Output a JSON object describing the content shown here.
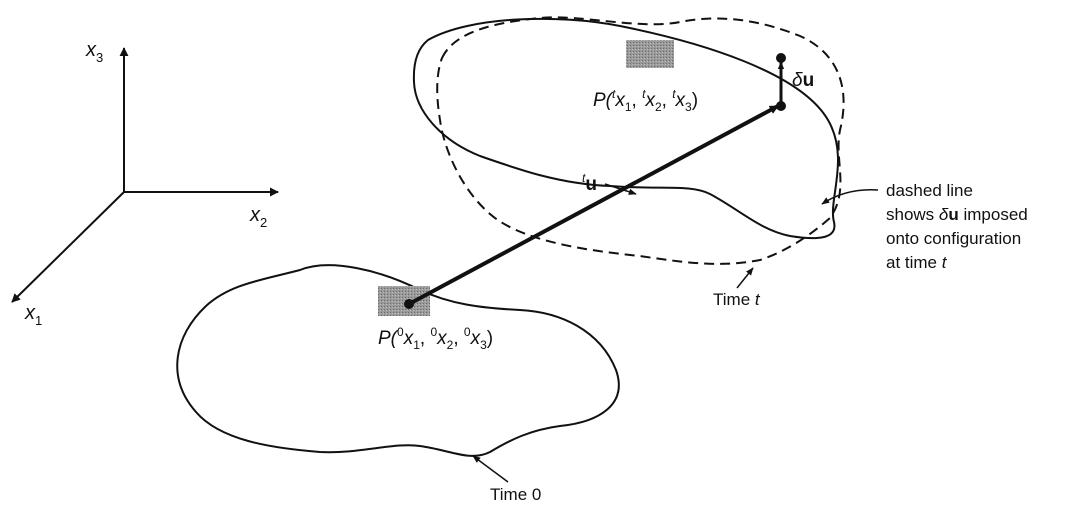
{
  "axes": {
    "x1": {
      "base": "x",
      "sub": "1"
    },
    "x2": {
      "base": "x",
      "sub": "2"
    },
    "x3": {
      "base": "x",
      "sub": "3"
    }
  },
  "point_time_t": {
    "P": "P(",
    "sup": "t",
    "x": "x",
    "sub1": "1",
    "sub2": "2",
    "sub3": "3",
    "sep": ", ",
    "close": ")"
  },
  "point_time_0": {
    "P": "P(",
    "sup": "0",
    "x": "x",
    "sub1": "1",
    "sub2": "2",
    "sub3": "3",
    "sep": ", ",
    "close": ")"
  },
  "displacement": {
    "sup": "t",
    "u": "u"
  },
  "virtual_disp": {
    "delta": "δ",
    "u": "u"
  },
  "time_t_label": {
    "prefix": "Time ",
    "var": "t"
  },
  "time_0_label": "Time 0",
  "dashed_note": {
    "line1": "dashed line",
    "line2_a": "shows ",
    "line2_delta": "δ",
    "line2_u": "u",
    "line2_b": " imposed",
    "line3": "onto configuration",
    "line4_a": "at time ",
    "line4_var": "t"
  },
  "colors": {
    "ink": "#111111",
    "shade": "#8a8a8a"
  }
}
